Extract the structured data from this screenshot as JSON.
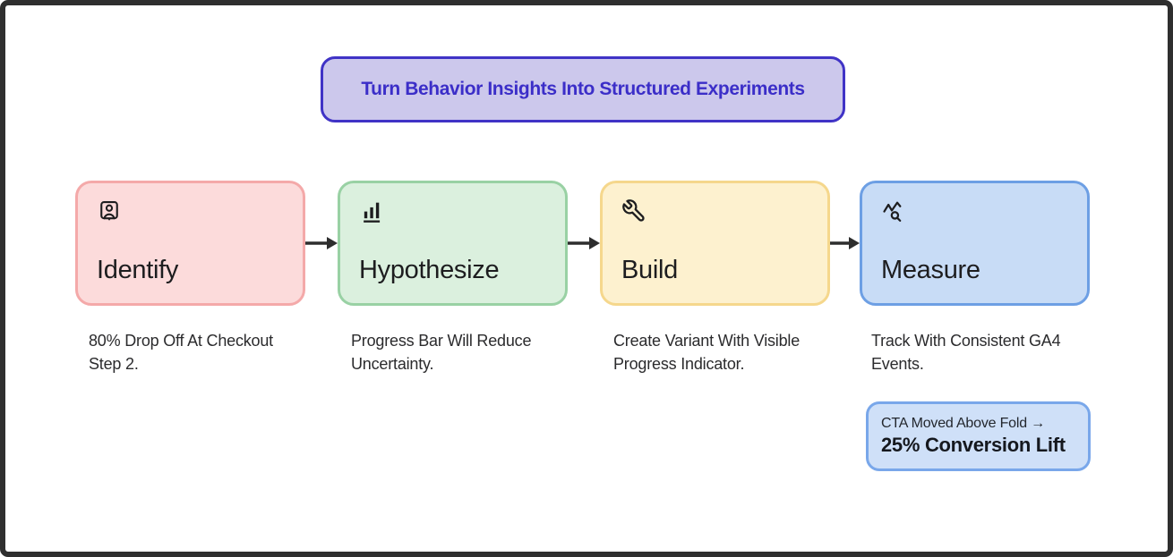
{
  "banner": {
    "text": "Turn Behavior Insights Into Structured Experiments",
    "bg": "#ccc8ec",
    "border_color": "#4033c6",
    "text_color": "#3b2ec8"
  },
  "steps": [
    {
      "label": "Identify",
      "icon": "user-frame-icon",
      "caption": "80% Drop Off At Checkout Step 2.",
      "bg": "#fcdbdb",
      "border_color": "#f4a9a9"
    },
    {
      "label": "Hypothesize",
      "icon": "bar-chart-icon",
      "caption": "Progress Bar Will Reduce Uncertainty.",
      "bg": "#dbf0de",
      "border_color": "#99d1a4"
    },
    {
      "label": "Build",
      "icon": "wrench-icon",
      "caption": "Create Variant With Visible Progress Indicator.",
      "bg": "#fdf1cf",
      "border_color": "#f5d78c"
    },
    {
      "label": "Measure",
      "icon": "trend-search-icon",
      "caption": "Track With Consistent GA4 Events.",
      "bg": "#c8dcf6",
      "border_color": "#6d9fe4"
    }
  ],
  "result_badge": {
    "line1": "CTA Moved Above Fold →",
    "line2": "25% Conversion Lift",
    "bg": "#cfe0f8",
    "border_color": "#79a7ea"
  },
  "arrow_color": "#2d2d2d",
  "frame_border_color": "#2f2f2f"
}
